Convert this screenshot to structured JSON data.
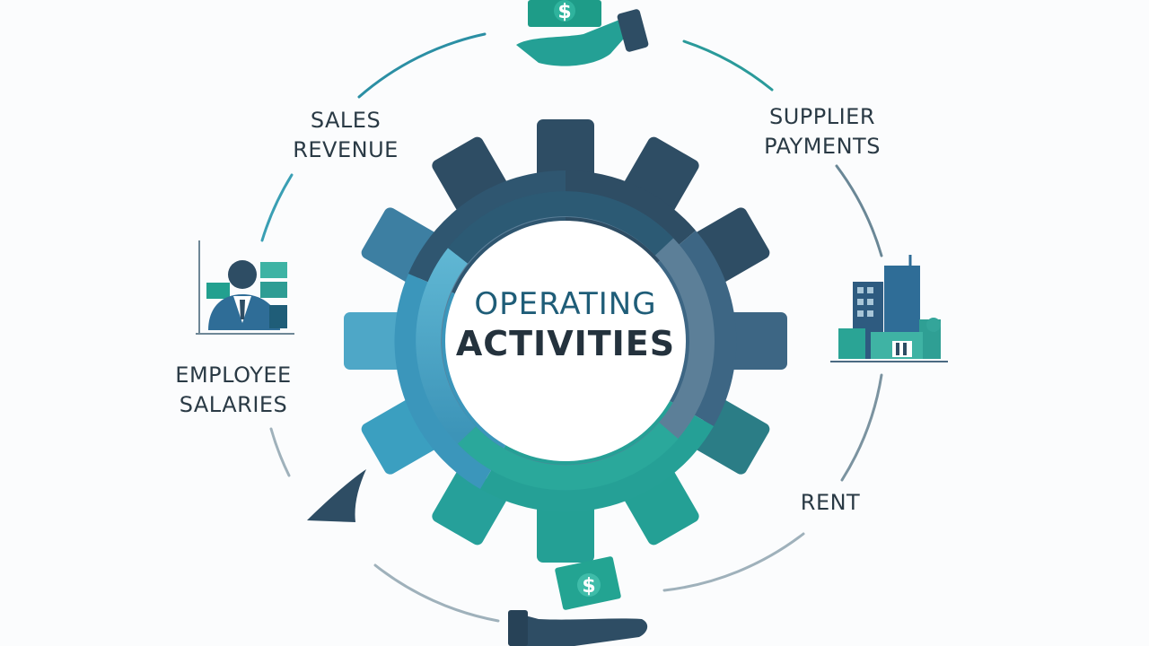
{
  "center": {
    "line1": "OPERATING",
    "line2": "ACTIVITIES"
  },
  "labels": {
    "sales_revenue": [
      "SALES",
      "REVENUE"
    ],
    "supplier_payments": [
      "SUPPLIER",
      "PAYMENTS"
    ],
    "employee_salaries": [
      "EMPLOYEE",
      "SALARIES"
    ],
    "rent": "RENT"
  },
  "icons": {
    "top": "hand-with-money-icon",
    "bottom": "hand-with-money-icon",
    "left": "employee-chart-icon",
    "right": "office-building-icon",
    "arrow": "arrowhead-icon"
  },
  "icon_text": {
    "top_bill": "$",
    "bottom_bill": "$"
  },
  "colors": {
    "dark_navy": "#2e4d64",
    "blue": "#4ea7c7",
    "teal": "#24a095",
    "slate": "#4d7390",
    "text": "#2a3a45"
  }
}
